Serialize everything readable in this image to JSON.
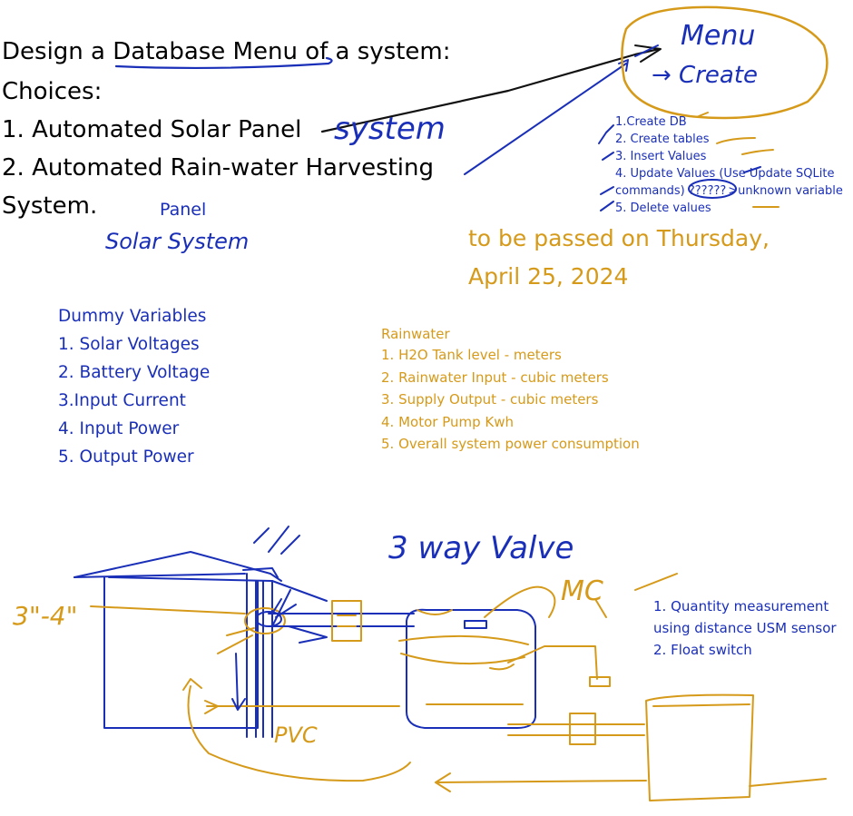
{
  "colors": {
    "ink_blue": "#1a2fb8",
    "ink_orange": "#d69a1a",
    "text_black": "#000000"
  },
  "assignment": {
    "line1_pre": "Design a ",
    "line1_link": "Database Menu",
    "line1_post": " of a system:",
    "choices_label": "Choices:",
    "choice1": "1. Automated Solar Panel",
    "choice2": "2. Automated Rain-water Harvesting",
    "choice2_cont": "System."
  },
  "handwriting": {
    "system_word": "system",
    "panel_label": "Panel",
    "solar_system": "Solar System",
    "menu": "Menu",
    "create": "→ Create",
    "three_way_valve": "3 way Valve",
    "mc": "MC",
    "pipe_size": "3\"-4\"",
    "pvc": "PVC"
  },
  "menu_list": {
    "items": [
      "1.Create DB",
      "2. Create tables",
      "3. Insert Values",
      "4. Update Values (Use Update SQLite",
      "commands) ",
      "5. Delete values"
    ],
    "unknown_marker": "??????",
    "unknown_note": ">unknown variable"
  },
  "deadline": {
    "line1": "to be passed on Thursday,",
    "line2": "April 25, 2024"
  },
  "dummy_variables": {
    "title": "Dummy Variables",
    "items": [
      "1. Solar Voltages",
      "2. Battery Voltage",
      "3.Input Current",
      "4. Input Power",
      "5. Output Power"
    ]
  },
  "rainwater": {
    "title": "Rainwater",
    "items": [
      "1. H2O Tank level - meters",
      "2. Rainwater Input - cubic meters",
      "3. Supply Output - cubic meters",
      "4. Motor Pump Kwh",
      "5. Overall system power consumption"
    ]
  },
  "measurement": {
    "items": [
      "1. Quantity measurement",
      "using distance USM sensor",
      "2. Float switch"
    ]
  }
}
